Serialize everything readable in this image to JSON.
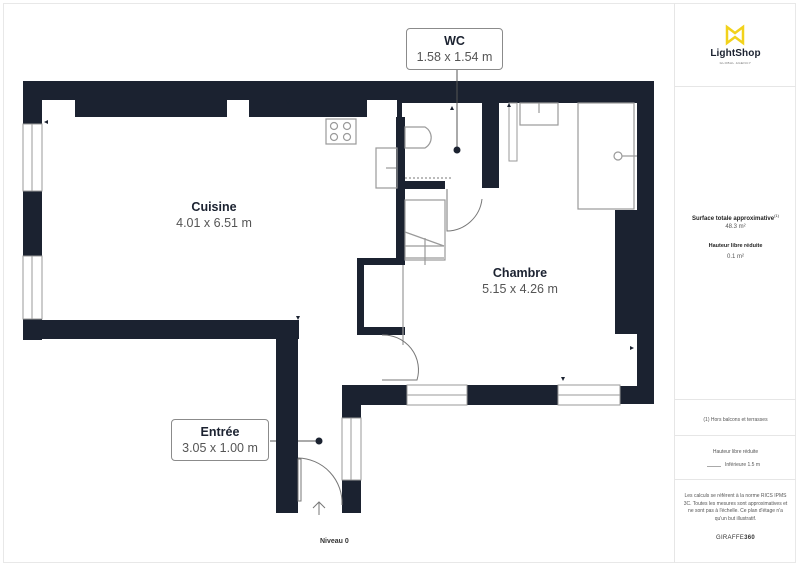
{
  "plan": {
    "level_label": "Niveau 0",
    "rooms": [
      {
        "name": "Cuisine",
        "dimensions": "4.01 x 6.51 m"
      },
      {
        "name": "Chambre",
        "dimensions": "5.15 x 4.26 m"
      }
    ],
    "callouts": [
      {
        "name": "WC",
        "dimensions": "1.58 x 1.54 m"
      },
      {
        "name": "Entrée",
        "dimensions": "3.05 x 1.00 m"
      }
    ],
    "colors": {
      "wall": "#1b2230",
      "fixture_stroke": "#9a9a9a",
      "background": "#ffffff"
    }
  },
  "sidebar": {
    "logo": {
      "name": "LightShop",
      "tagline": "GLOBAL AGENCY",
      "icon": "bowtie-logo-icon",
      "accent_color": "#f2d21b"
    },
    "surface": {
      "title": "Surface totale approximative",
      "footnote_mark": "(1)",
      "value": "48.3 m²"
    },
    "reduced_height": {
      "title": "Hauteur libre réduite",
      "value": "0.1 m²"
    },
    "note": "(1) Hors balcons et terrasses",
    "legend": {
      "title": "Hauteur libre réduite",
      "line_label": "Inférieure 1.5 m"
    },
    "disclaimer": "Les calculs se réfèrent à la norme RICS IPMS 3C. Toutes les mesures sont approximatives et ne sont pas à l'échelle. Ce plan d'étage n'a qu'un but illustratif.",
    "brand": {
      "prefix": "GIRAFFE",
      "suffix": "360"
    }
  }
}
